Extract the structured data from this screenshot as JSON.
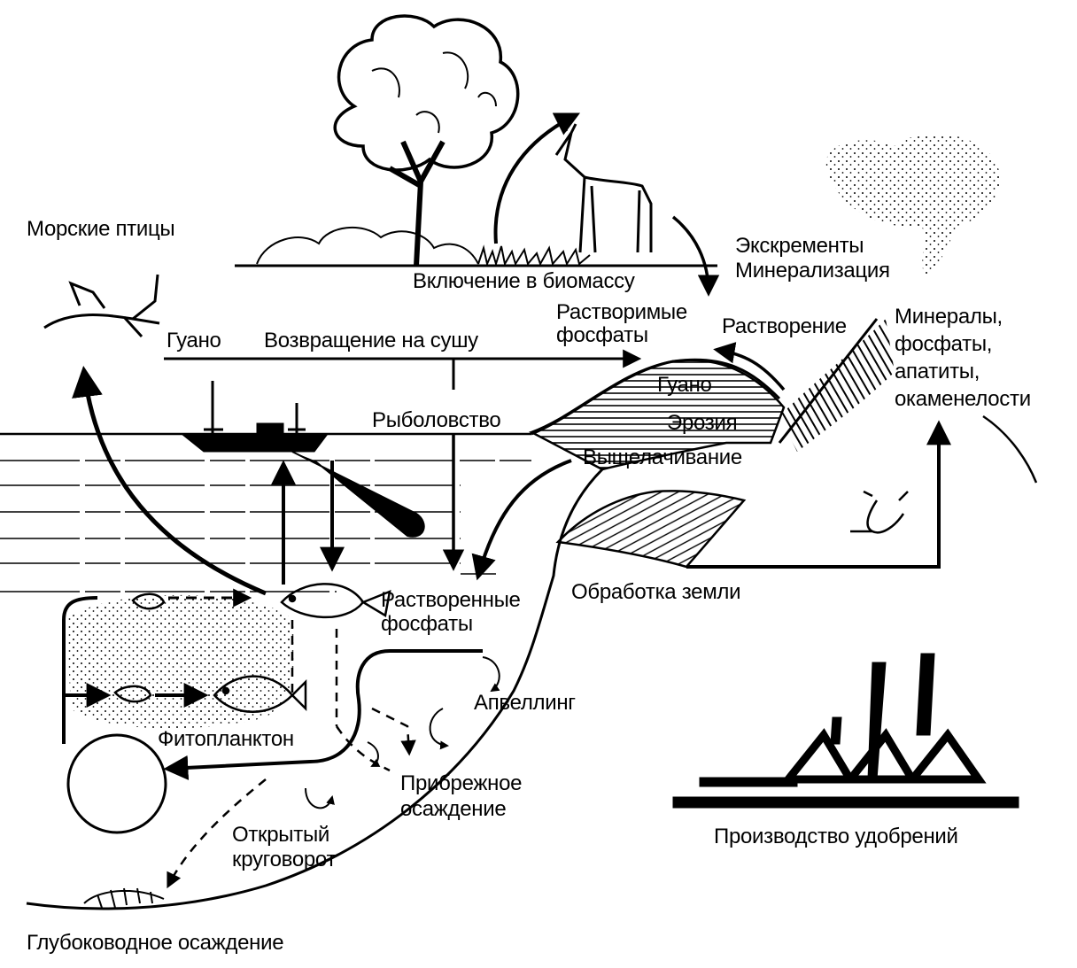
{
  "colors": {
    "ink": "#000000",
    "paper": "#ffffff"
  },
  "labels": {
    "seabirds": "Морские птицы",
    "guano_top": "Гуано",
    "return_to_land": "Возвращение на сушу",
    "inclusion_biomass": "Включение в биомассу",
    "soluble_phosphates_1": "Растворимые",
    "soluble_phosphates_2": "фосфаты",
    "excrements": "Экскременты",
    "mineralization": "Минерализация",
    "dissolution": "Растворение",
    "minerals_1": "Минералы,",
    "minerals_2": "фосфаты,",
    "minerals_3": "апатиты,",
    "minerals_4": "окаменелости",
    "guano_slope": "Гуано",
    "erosion": "Эрозия",
    "leaching": "Выщелачивание",
    "fishing": "Рыболовство",
    "dissolved_phosphates_1": "Растворенные",
    "dissolved_phosphates_2": "фосфаты",
    "land_cultivation": "Обработка земли",
    "upwelling": "Апвеллинг",
    "phytoplankton": "Фитопланктон",
    "coastal_sedimentation_1": "Прибрежное",
    "coastal_sedimentation_2": "осаждение",
    "open_cycle_1": "Открытый",
    "open_cycle_2": "круговорот",
    "deep_sedimentation": "Глубоководное осаждение",
    "fertilizer_production": "Производство удобрений"
  }
}
